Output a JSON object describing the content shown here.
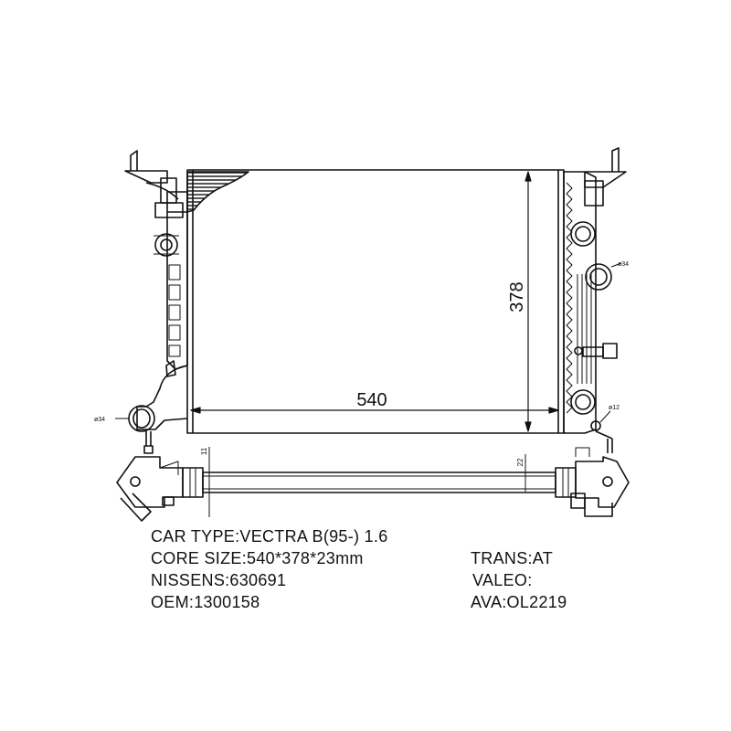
{
  "drawing": {
    "width_dim": "540",
    "height_dim": "378",
    "thickness_dim_a": "11",
    "thickness_dim_b": "22",
    "outlet_left": "ø34",
    "outlet_right": "ø34",
    "outlet_small": "ø12"
  },
  "specs": {
    "car_type": "CAR TYPE:VECTRA B(95-)  1.6",
    "core_size": "CORE SIZE:540*378*23mm",
    "nissens": "NISSENS:630691",
    "oem": "OEM:1300158",
    "trans": "TRANS:AT",
    "valeo": "VALEO:",
    "ava": "AVA:OL2219"
  }
}
